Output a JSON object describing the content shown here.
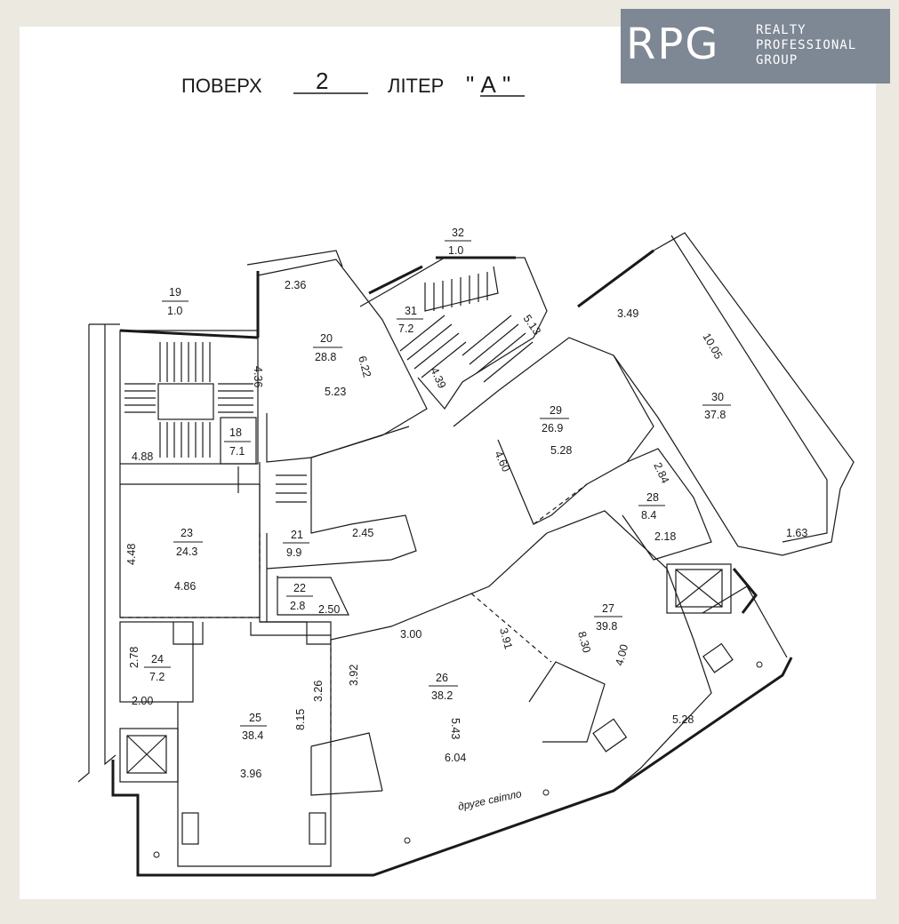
{
  "header": {
    "floor_label": "ПОВЕРХ",
    "floor_value": "2",
    "letter_label": "ЛІТЕР",
    "letter_value": "\" А \""
  },
  "logo": {
    "mark": "RPG",
    "line1": "REALTY",
    "line2": "PROFESSIONAL",
    "line3": "GROUP"
  },
  "rooms": {
    "r18": {
      "num": "18",
      "area": "7.1"
    },
    "r19": {
      "num": "19",
      "area": "1.0"
    },
    "r20": {
      "num": "20",
      "area": "28.8"
    },
    "r21": {
      "num": "21",
      "area": "9.9"
    },
    "r22": {
      "num": "22",
      "area": "2.8"
    },
    "r23": {
      "num": "23",
      "area": "24.3"
    },
    "r24": {
      "num": "24",
      "area": "7.2"
    },
    "r25": {
      "num": "25",
      "area": "38.4"
    },
    "r26": {
      "num": "26",
      "area": "38.2"
    },
    "r27": {
      "num": "27",
      "area": "39.8"
    },
    "r28": {
      "num": "28",
      "area": "8.4"
    },
    "r29": {
      "num": "29",
      "area": "26.9"
    },
    "r30": {
      "num": "30",
      "area": "37.8"
    },
    "r31": {
      "num": "31",
      "area": "7.2"
    },
    "r32": {
      "num": "32",
      "area": "1.0"
    }
  },
  "dims": {
    "d_236": "2.36",
    "d_622": "6.22",
    "d_436": "4.36",
    "d_523": "5.23",
    "d_488": "4.88",
    "d_448": "4.48",
    "d_486": "4.86",
    "d_245": "2.45",
    "d_250": "2.50",
    "d_278": "2.78",
    "d_200": "2.00",
    "d_326": "3.26",
    "d_392": "3.92",
    "d_815": "8.15",
    "d_396": "3.96",
    "d_300": "3.00",
    "d_391": "3.91",
    "d_543": "5.43",
    "d_604": "6.04",
    "d_830": "8.30",
    "d_400": "4.00",
    "d_528b": "5.28",
    "d_284": "2.84",
    "d_218": "2.18",
    "d_460": "4.60",
    "d_528": "5.28",
    "d_513": "5.13",
    "d_439": "4.39",
    "d_349": "3.49",
    "d_1005": "10.05",
    "d_163": "1.63"
  },
  "note": "друге світло",
  "colors": {
    "line": "#1a1a1a",
    "paper": "#ffffff",
    "background": "#ece9e1",
    "logo": "#7e8794"
  }
}
